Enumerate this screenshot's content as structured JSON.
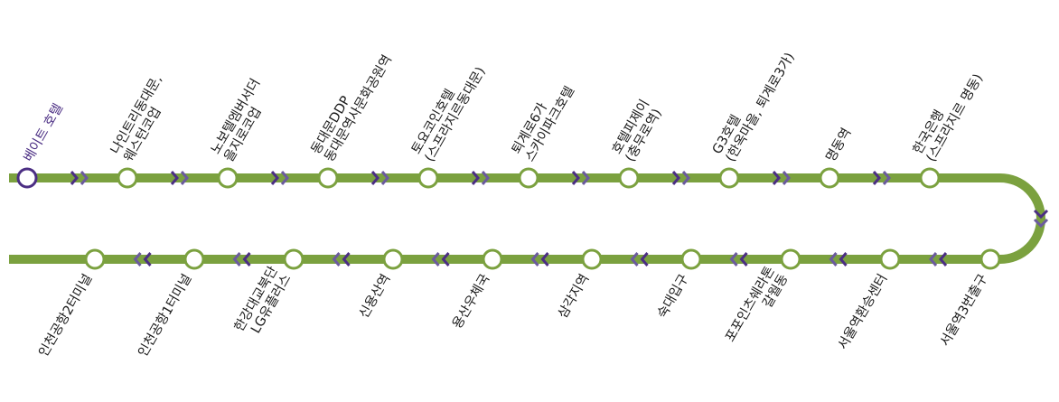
{
  "colors": {
    "line": "#7ba13f",
    "arrow": "#4b2e83",
    "arrow_light": "#6b5a9e",
    "start_station": "#4b2e83",
    "station_fill": "#ffffff",
    "label": "#1a1a1a"
  },
  "route": {
    "start": {
      "label": "베이트 호텔"
    },
    "outbound_stops": [
      {
        "lines": [
          "나인트리동대문,",
          "웨스턴코업"
        ]
      },
      {
        "lines": [
          "노보텔엠버서더",
          "을지로코업"
        ]
      },
      {
        "lines": [
          "동대문DDP",
          "동대문역사문화공원역"
        ]
      },
      {
        "lines": [
          "토요코인호텔",
          "(스프라지르동대문)"
        ]
      },
      {
        "lines": [
          "퇴계로6가",
          "스카이파크호텔"
        ]
      },
      {
        "lines": [
          "호텔피제이",
          "(충무로역)"
        ]
      },
      {
        "lines": [
          "G3호텔",
          "(한옥마을, 퇴계로3가)"
        ]
      },
      {
        "lines": [
          "명동역"
        ]
      },
      {
        "lines": [
          "한국은행",
          "(스프라지르 명동)"
        ]
      }
    ],
    "return_stops": [
      {
        "lines": [
          "서울역3번출구"
        ]
      },
      {
        "lines": [
          "서울역환승센터"
        ]
      },
      {
        "lines": [
          "포포인츠쉐라톤",
          "갈월동"
        ]
      },
      {
        "lines": [
          "숙대입구"
        ]
      },
      {
        "lines": [
          "삼각지역"
        ]
      },
      {
        "lines": [
          "용산우체국"
        ]
      },
      {
        "lines": [
          "신용산역"
        ]
      },
      {
        "lines": [
          "한강대교북단",
          "LG유플러스"
        ]
      },
      {
        "lines": [
          "인천공항1터미널"
        ]
      },
      {
        "lines": [
          "인천공항2터미널"
        ]
      }
    ]
  }
}
